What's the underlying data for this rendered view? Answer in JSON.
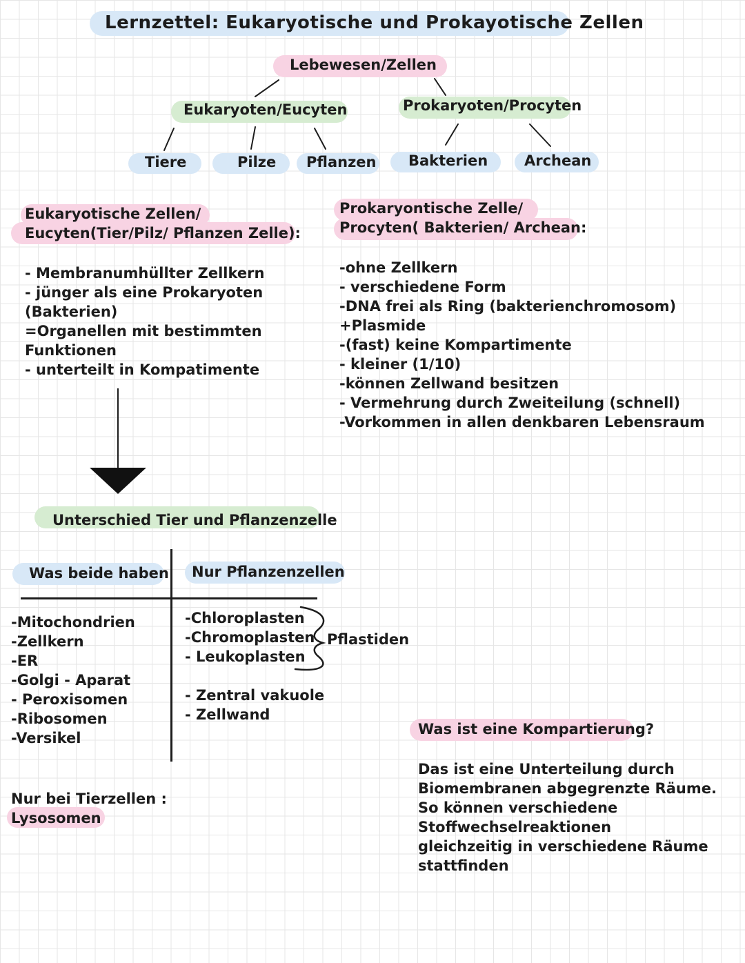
{
  "title": "Lernzettel: Eukaryotische und Prokayotische Zellen",
  "tree": {
    "root": "Lebewesen/Zellen",
    "eukaryoten": "Eukaryoten/Eucyten",
    "prokaryoten": "Prokaryoten/Procyten",
    "tiere": "Tiere",
    "pilze": "Pilze",
    "pflanzen": "Pflanzen",
    "bakterien": "Bakterien",
    "archean": "Archean"
  },
  "eukaryotic": {
    "heading_line1": "Eukaryotische Zellen/",
    "heading_line2": "Eucyten(Tier/Pilz/ Pflanzen Zelle):",
    "items": [
      "- Membranumhüllter Zellkern",
      "- jünger als eine Prokaryoten",
      "(Bakterien)",
      "=Organellen mit bestimmten",
      "Funktionen",
      "- unterteilt in Kompatimente"
    ]
  },
  "prokaryotic": {
    "heading_line1": "Prokaryontische Zelle/",
    "heading_line2": "Procyten( Bakterien/ Archean:",
    "items": [
      "-ohne Zellkern",
      "- verschiedene Form",
      "-DNA frei als Ring (bakterienchromosom)",
      "+Plasmide",
      "-(fast) keine Kompartimente",
      "- kleiner (1/10)",
      "-können Zellwand besitzen",
      "- Vermehrung durch Zweiteilung (schnell)",
      "-Vorkommen in allen denkbaren Lebensraum"
    ]
  },
  "difference": {
    "heading": "Unterschied Tier und Pflanzenzelle",
    "col1_header": "Was beide haben",
    "col2_header": "Nur Pflanzenzellen",
    "col1_items": [
      "-Mitochondrien",
      "-Zellkern",
      "-ER",
      "-Golgi - Aparat",
      "- Peroxisomen",
      "-Ribosomen",
      "-Versikel"
    ],
    "plastid_items": [
      "-Chloroplasten",
      "-Chromoplasten",
      "- Leukoplasten"
    ],
    "plastid_label": "Pflastiden",
    "other_items": [
      "- Zentral vakuole",
      "- Zellwand"
    ],
    "animal_only_label": "Nur bei Tierzellen :",
    "animal_only_item": "Lysosomen"
  },
  "compartment": {
    "question": "Was ist eine Kompartierung?",
    "answer_lines": [
      "Das ist eine Unterteilung durch",
      "Biomembranen abgegrenzte Räume.",
      "So können verschiedene",
      "Stoffwechselreaktionen",
      "gleichzeitig in verschiedene Räume",
      "stattfinden"
    ]
  },
  "colors": {
    "pink": "#f8d3e3",
    "green": "#d6ecd1",
    "blue": "#d8e8f7",
    "ink": "#1c1c1c"
  }
}
